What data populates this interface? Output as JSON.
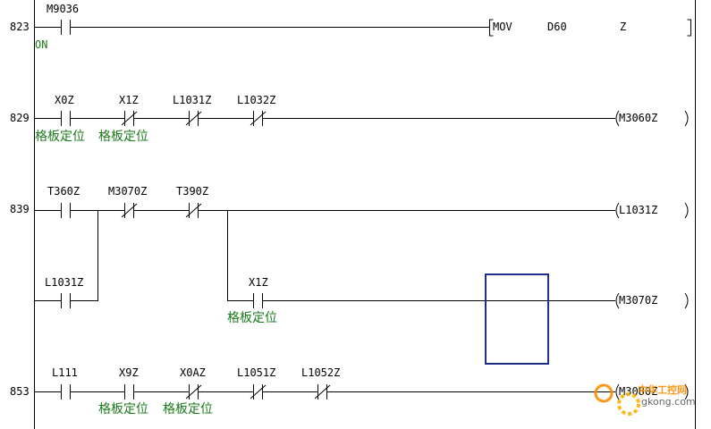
{
  "colors": {
    "wire": "#000000",
    "comment": "#1a7a1a",
    "cursor": "#1f2f8f",
    "watermark": "#ff8c00"
  },
  "rungs": [
    {
      "step": "823",
      "contacts": [
        {
          "label": "M9036",
          "comment": "ON"
        }
      ],
      "instruction": {
        "op": "MOV",
        "arg1": "D60",
        "arg2": "Z"
      }
    },
    {
      "step": "829",
      "contacts": [
        {
          "label": "X0Z",
          "comment": "格板定位"
        },
        {
          "label": "X1Z",
          "comment": "格板定位"
        },
        {
          "label": "L1031Z",
          "comment": ""
        },
        {
          "label": "L1032Z",
          "comment": ""
        }
      ],
      "coil": "M3060Z"
    },
    {
      "step": "839",
      "contacts": [
        {
          "label": "T360Z",
          "comment": ""
        },
        {
          "label": "M3070Z",
          "comment": ""
        },
        {
          "label": "T390Z",
          "comment": ""
        }
      ],
      "coil": "L1031Z",
      "parallel": {
        "label": "L1031Z",
        "comment": ""
      },
      "branch": {
        "contact": {
          "label": "X1Z",
          "comment": "格板定位"
        },
        "coil": "M3070Z"
      }
    },
    {
      "step": "853",
      "contacts": [
        {
          "label": "L111",
          "comment": ""
        },
        {
          "label": "X9Z",
          "comment": "格板定位"
        },
        {
          "label": "X0AZ",
          "comment": "格板定位"
        },
        {
          "label": "L1051Z",
          "comment": ""
        },
        {
          "label": "L1052Z",
          "comment": ""
        }
      ],
      "coil": "M3080Z"
    }
  ],
  "watermark": {
    "text_cn": "中华工控网",
    "text_en": "gkong.com"
  }
}
